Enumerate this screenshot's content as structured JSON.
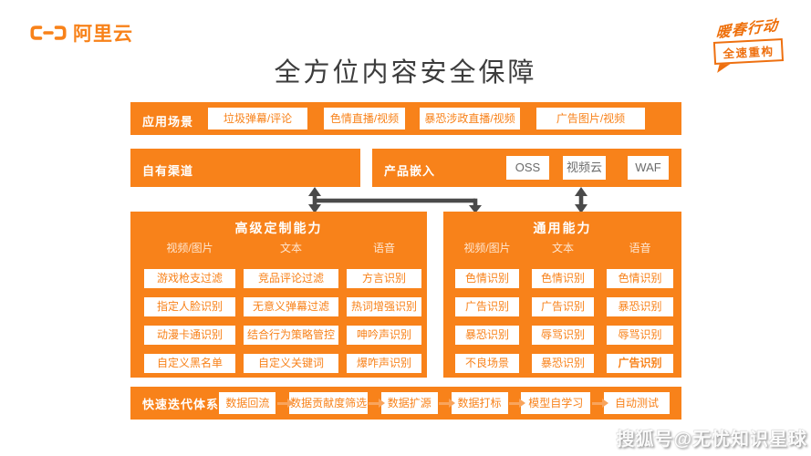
{
  "brand": {
    "name": "阿里云"
  },
  "badge": {
    "slogan": "暖春行动",
    "subtitle": "全速重构"
  },
  "title": "全方位内容安全保障",
  "watermark": "搜狐号@无忧知识星球",
  "colors": {
    "orange": "#F8821A",
    "arrow_dark": "#4A4A4A",
    "flow_arrow": "#F9A45C",
    "title_text": "#3C3C3C"
  },
  "scenarios": {
    "label": "应用场景",
    "items": [
      "垃圾弹幕/评论",
      "色情直播/视频",
      "暴恐涉政直播/视频",
      "广告图片/视频"
    ]
  },
  "channels": {
    "own_label": "自有渠道",
    "embed_label": "产品嵌入",
    "products": [
      "OSS",
      "视频云",
      "WAF"
    ]
  },
  "capabilities": [
    {
      "title": "高级定制能力",
      "columns": [
        {
          "header": "视频/图片",
          "items": [
            "游戏枪支过滤",
            "指定人脸识别",
            "动漫卡通识别",
            "自定义黑名单"
          ]
        },
        {
          "header": "文本",
          "items": [
            "竞品评论过滤",
            "无意义弹幕过滤",
            "结合行为策略管控",
            "自定义关键词"
          ]
        },
        {
          "header": "语音",
          "items": [
            "方言识别",
            "热词增强识别",
            "呻吟声识别",
            "爆咋声识别"
          ]
        }
      ]
    },
    {
      "title": "通用能力",
      "columns": [
        {
          "header": "视频/图片",
          "items": [
            "色情识别",
            "广告识别",
            "暴恐识别",
            "不良场景"
          ]
        },
        {
          "header": "文本",
          "items": [
            "色情识别",
            "广告识别",
            "辱骂识别",
            "暴恐识别"
          ]
        },
        {
          "header": "语音",
          "items": [
            "色情识别",
            "暴恐识别",
            "辱骂识别",
            "广告识别"
          ]
        }
      ]
    }
  ],
  "pipeline": {
    "label": "快速迭代体系",
    "steps": [
      "数据回流",
      "数据贡献度筛选",
      "数据扩源",
      "数据打标",
      "模型自学习",
      "自动测试"
    ]
  }
}
